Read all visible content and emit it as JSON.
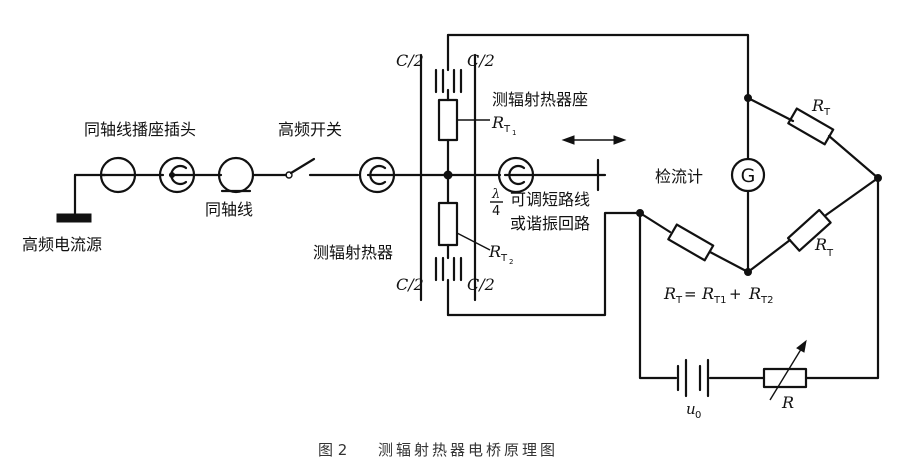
{
  "labels": {
    "coax_socket_plug": "同轴线播座插头",
    "hf_switch": "高频开关",
    "coax_line": "同轴线",
    "hf_source": "高频电流源",
    "bolometer_mount": "测辐射热器座",
    "bolometer": "测辐射热器",
    "stub_line1": "可调短路线",
    "stub_line2": "或谐振回路",
    "galvanometer": "检流计",
    "galvanometer_symbol": "G"
  },
  "symbols": {
    "cap_top_left": "C/2",
    "cap_top_right": "C/2",
    "cap_bottom_left": "C/2",
    "cap_bottom_right": "C/2",
    "rt1": "R",
    "rt1_sub": "T",
    "rt1_subsub": "1",
    "rt2": "R",
    "rt2_sub": "T",
    "rt2_subsub": "2",
    "rt_upper": "R",
    "rt_upper_sub": "T",
    "rt_lower": "R",
    "rt_lower_sub": "T",
    "lambda": "λ",
    "four": "4",
    "equation": "RT = RT1 + RT2",
    "eq_r1": "R",
    "eq_t": "T",
    "eq_eq": " = ",
    "eq_r2": "R",
    "eq_t1": "T1",
    "eq_plus": " + ",
    "eq_r3": "R",
    "eq_t2": "T2",
    "battery": "u",
    "battery_sub": "0",
    "resistor_r": "R"
  },
  "caption": {
    "figure_no": "图 2",
    "title": "测辐射热器电桥原理图"
  }
}
